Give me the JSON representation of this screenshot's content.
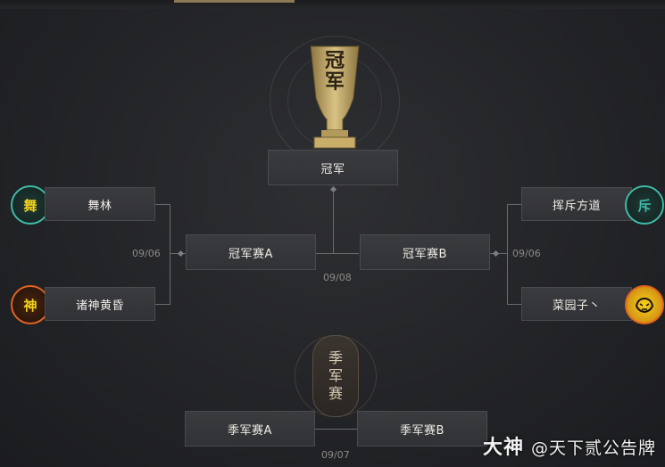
{
  "bracket": {
    "champion_label": "冠军",
    "final_a": "冠军赛A",
    "final_b": "冠军赛B",
    "final_date": "09/08",
    "left_top_team": "舞林",
    "left_bottom_team": "诸神黄昏",
    "right_top_team": "挥斥方道",
    "right_bottom_team": "菜园子丶",
    "left_semi_date": "09/06",
    "right_semi_date": "09/06",
    "third_place_a": "季军赛A",
    "third_place_b": "季军赛B",
    "third_place_date": "09/07"
  },
  "emblems": {
    "left_top": "舞",
    "left_bottom": "神",
    "right_top": "斥"
  },
  "trophy": {
    "text_line1": "冠",
    "text_line2": "军"
  },
  "third_place_emblem": {
    "line1": "季",
    "line2": "军",
    "line3": "赛"
  },
  "watermark": {
    "brand": "大神",
    "handle": "@天下贰公告牌"
  },
  "colors": {
    "accent_gold": "#c9ae6a",
    "teal": "#3fb9a6",
    "orange": "#e0641e",
    "yellow": "#f4d21a"
  }
}
